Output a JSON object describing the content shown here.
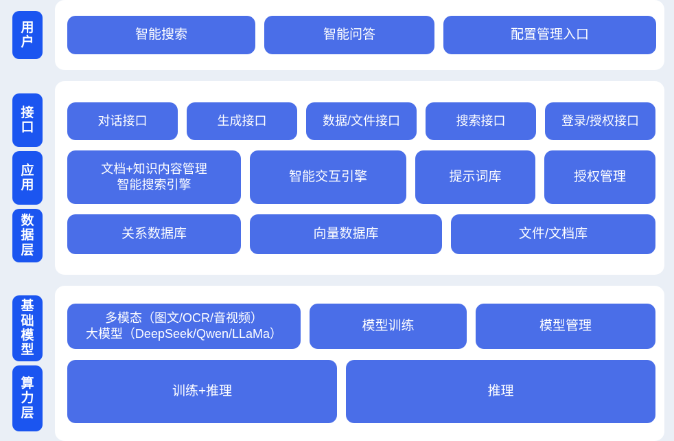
{
  "theme": {
    "page_background": "#eaeff6",
    "panel_background": "#ffffff",
    "label_chip_color": "#1b55f0",
    "box_color": "#4a6ee8",
    "text_color": "#ffffff"
  },
  "bands": {
    "user": {
      "labels": [
        "用户"
      ],
      "rows": [
        {
          "name": "user-entries",
          "boxes": [
            "智能搜索",
            "智能问答",
            "配置管理入口"
          ]
        }
      ]
    },
    "middle": {
      "labels": [
        "接口",
        "应用",
        "数据层"
      ],
      "rows": [
        {
          "name": "interface",
          "boxes": [
            "对话接口",
            "生成接口",
            "数据/文件接口",
            "搜索接口",
            "登录/授权接口"
          ]
        },
        {
          "name": "application",
          "boxes": [
            "文档+知识内容管理\n智能搜索引擎",
            "智能交互引擎",
            "提示词库",
            "授权管理"
          ]
        },
        {
          "name": "data",
          "boxes": [
            "关系数据库",
            "向量数据库",
            "文件/文档库"
          ]
        }
      ]
    },
    "base": {
      "labels": [
        "基础模型",
        "算力层"
      ],
      "rows": [
        {
          "name": "model",
          "boxes": [
            "多模态（图文/OCR/音视频）\n大模型（DeepSeek/Qwen/LLaMa）",
            "模型训练",
            "模型管理"
          ]
        },
        {
          "name": "compute",
          "boxes": [
            "训练+推理",
            "推理"
          ]
        }
      ]
    }
  }
}
